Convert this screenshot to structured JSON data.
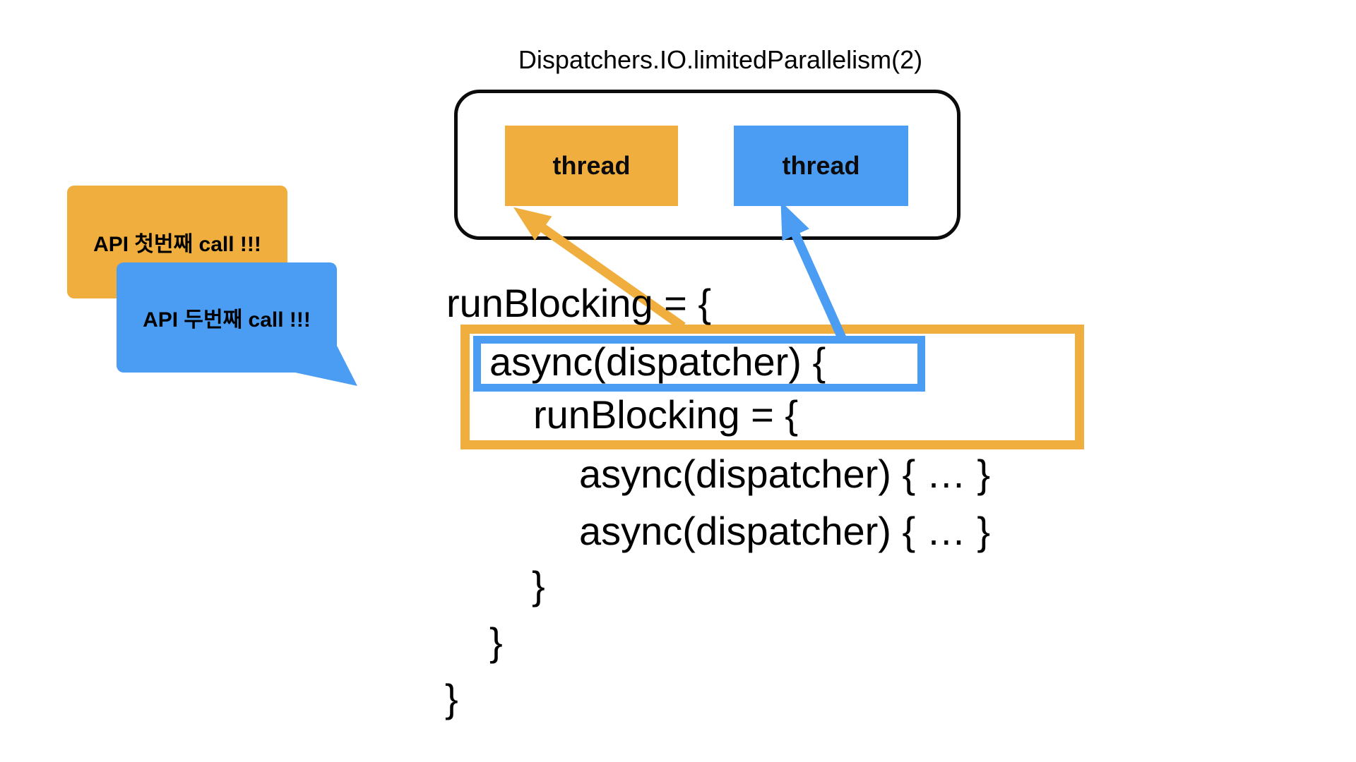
{
  "title": "Dispatchers.IO.limitedParallelism(2)",
  "colors": {
    "orange": "#EFAE3D",
    "blue": "#4A9DF3",
    "outline": "#0B0B0B",
    "background": "#FFFFFF"
  },
  "pool": {
    "threads": [
      {
        "label": "thread",
        "color": "#EFAE3D"
      },
      {
        "label": "thread",
        "color": "#4A9DF3"
      }
    ]
  },
  "callouts": [
    {
      "label": "API 첫번째 call !!!",
      "color": "#EFAE3D"
    },
    {
      "label": "API 두번째 call !!!",
      "color": "#4A9DF3"
    }
  ],
  "code": {
    "lines": [
      {
        "text": "runBlocking = {",
        "indent": 0
      },
      {
        "text": "async(dispatcher) {",
        "indent": 1,
        "highlight": "blue"
      },
      {
        "text": "runBlocking = {",
        "indent": 2,
        "highlight": "orange"
      },
      {
        "text": "async(dispatcher) { … }",
        "indent": 3
      },
      {
        "text": "async(dispatcher) { … }",
        "indent": 3
      },
      {
        "text": "}",
        "indent": 2
      },
      {
        "text": "}",
        "indent": 1
      },
      {
        "text": "}",
        "indent": 0
      }
    ]
  }
}
